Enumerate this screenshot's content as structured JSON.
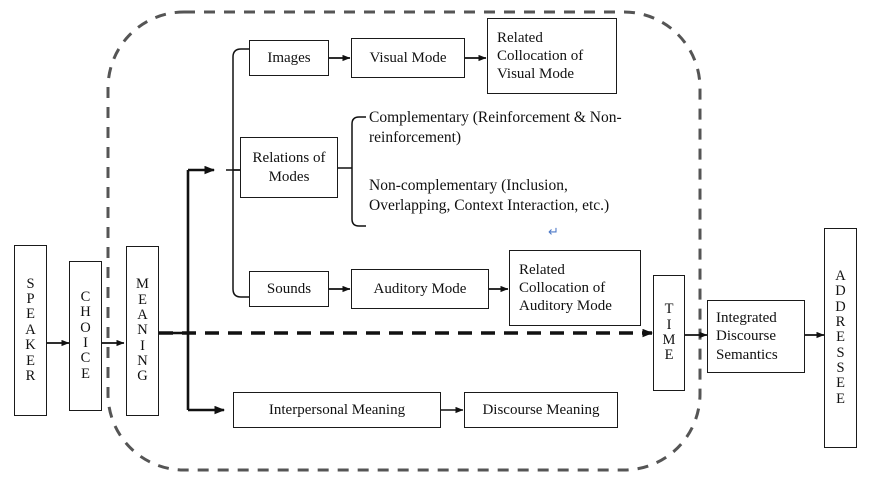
{
  "diagram": {
    "title": "Multimodal discourse meaning flow diagram",
    "boundary": {
      "name": "dashed-rounded-boundary",
      "style": "dashed",
      "color": "#555555"
    },
    "stages": {
      "speaker": {
        "label": "SPEAKER",
        "letters": [
          "S",
          "P",
          "E",
          "A",
          "K",
          "E",
          "R"
        ]
      },
      "choice": {
        "label": "CHOICE",
        "letters": [
          "C",
          "H",
          "O",
          "I",
          "C",
          "E"
        ]
      },
      "meaning": {
        "label": "MEANING",
        "letters": [
          "M",
          "E",
          "A",
          "N",
          "I",
          "N",
          "G"
        ]
      },
      "time": {
        "label": "TIME",
        "letters": [
          "T",
          "I",
          "M",
          "E"
        ]
      },
      "addressee": {
        "label": "ADDRESSEE",
        "letters": [
          "A",
          "D",
          "D",
          "R",
          "E",
          "S",
          "S",
          "E",
          "E"
        ]
      }
    },
    "nodes": {
      "images": "Images",
      "visual_mode": "Visual Mode",
      "related_visual": "Related Collocation of Visual Mode",
      "relations_of_modes": "Relations of Modes",
      "sounds": "Sounds",
      "auditory_mode": "Auditory Mode",
      "related_auditory": "Related Collocation of Auditory Mode",
      "interpersonal_meaning": "Interpersonal Meaning",
      "discourse_meaning": "Discourse Meaning",
      "integrated_discourse_semantics": "Integrated Discourse Semantics"
    },
    "relations_branches": {
      "complementary": "Complementary (Reinforcement & Non-reinforcement)",
      "non_complementary": "Non-complementary (Inclusion, Overlapping, Context Interaction, etc.)"
    },
    "marks": {
      "return_symbol": "↵"
    },
    "colors": {
      "stroke": "#1a1a1a",
      "boundary": "#555555",
      "accent": "#4d79c7",
      "background": "#ffffff"
    }
  }
}
